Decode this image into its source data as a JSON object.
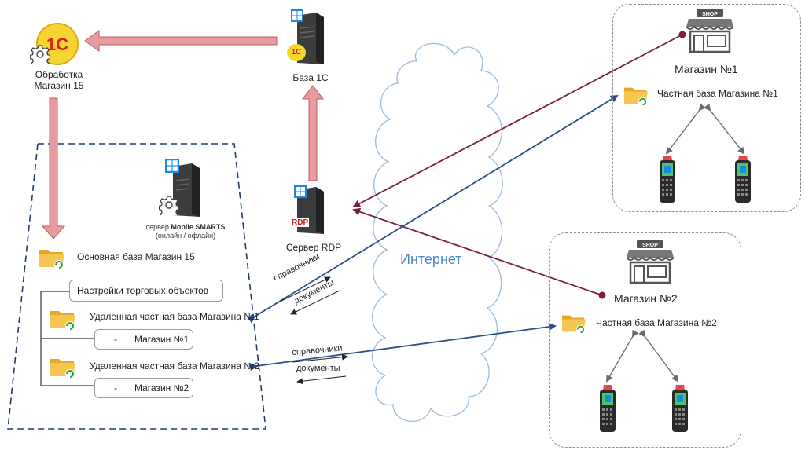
{
  "colors": {
    "pink": "#e79a9f",
    "pink_stroke": "#c65a62",
    "maroon": "#7a1f48",
    "navy": "#2b4f8c",
    "cloud": "#9bbcdc",
    "gray_arrow": "#666a73"
  },
  "icons": {
    "logo_1c": "1c-logo-icon",
    "gear": "gear-icon",
    "server": "server-icon",
    "windows": "windows-icon",
    "folder": "folder-sync-icon",
    "shop": "shop-icon",
    "scanner": "barcode-scanner-icon"
  },
  "processing": {
    "label": "Обработка\nМагазин 15"
  },
  "base1c": {
    "label": "База 1С",
    "badge": "1С"
  },
  "rdp": {
    "badge": "RDP",
    "label": "Сервер RDP"
  },
  "mobile_server": {
    "line1_prefix": "сервер",
    "line1_bold": "Mobile SMARTS",
    "line2": "(онлайн / офлайн)"
  },
  "main_base": {
    "label": "Основная база Магазин 15"
  },
  "settings": {
    "label": "Настройки торговых объектов"
  },
  "remote1": {
    "label": "Удаленная частная база Магазина №1",
    "store_bullet": "-",
    "store": "Магазин №1"
  },
  "remote2": {
    "label": "Удаленная частная база Магазина №2",
    "store_bullet": "-",
    "store": "Магазин №2"
  },
  "internet": {
    "label": "Интернет"
  },
  "links": {
    "dirs1": "справочники",
    "docs1": "документы",
    "dirs2": "справочники",
    "docs2": "документы"
  },
  "store1": {
    "shop_sign": "SHOP",
    "title": "Магазин №1",
    "base": "Частная база Магазина №1"
  },
  "store2": {
    "shop_sign": "SHOP",
    "title": "Магазин №2",
    "base": "Частная база Магазина №2"
  }
}
